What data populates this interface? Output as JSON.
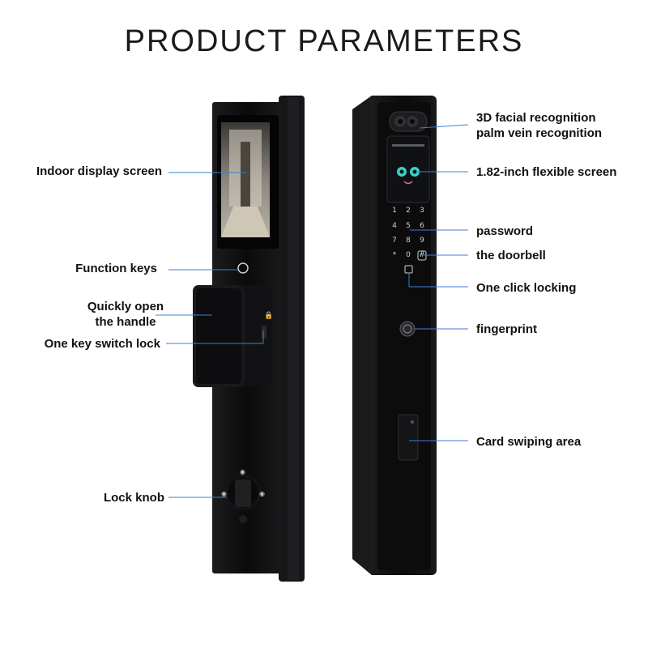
{
  "title": "PRODUCT PARAMETERS",
  "left_labels": {
    "indoor_display": "Indoor display screen",
    "function_keys": "Function keys",
    "quick_open_1": "Quickly open",
    "quick_open_2": "the handle",
    "switch_lock": "One key switch lock",
    "lock_knob": "Lock knob"
  },
  "right_labels": {
    "facial_1": "3D facial recognition",
    "facial_2": "palm vein recognition",
    "flex_screen": "1.82-inch flexible screen",
    "password": "password",
    "doorbell": "the doorbell",
    "one_click": "One click locking",
    "fingerprint": "fingerprint",
    "card": "Card swiping area"
  },
  "keypad": [
    "1",
    "2",
    "3",
    "4",
    "5",
    "6",
    "7",
    "8",
    "9",
    "*",
    "0",
    "#"
  ],
  "colors": {
    "leader": "#3b7fd4",
    "body": "#0d0d0e"
  }
}
